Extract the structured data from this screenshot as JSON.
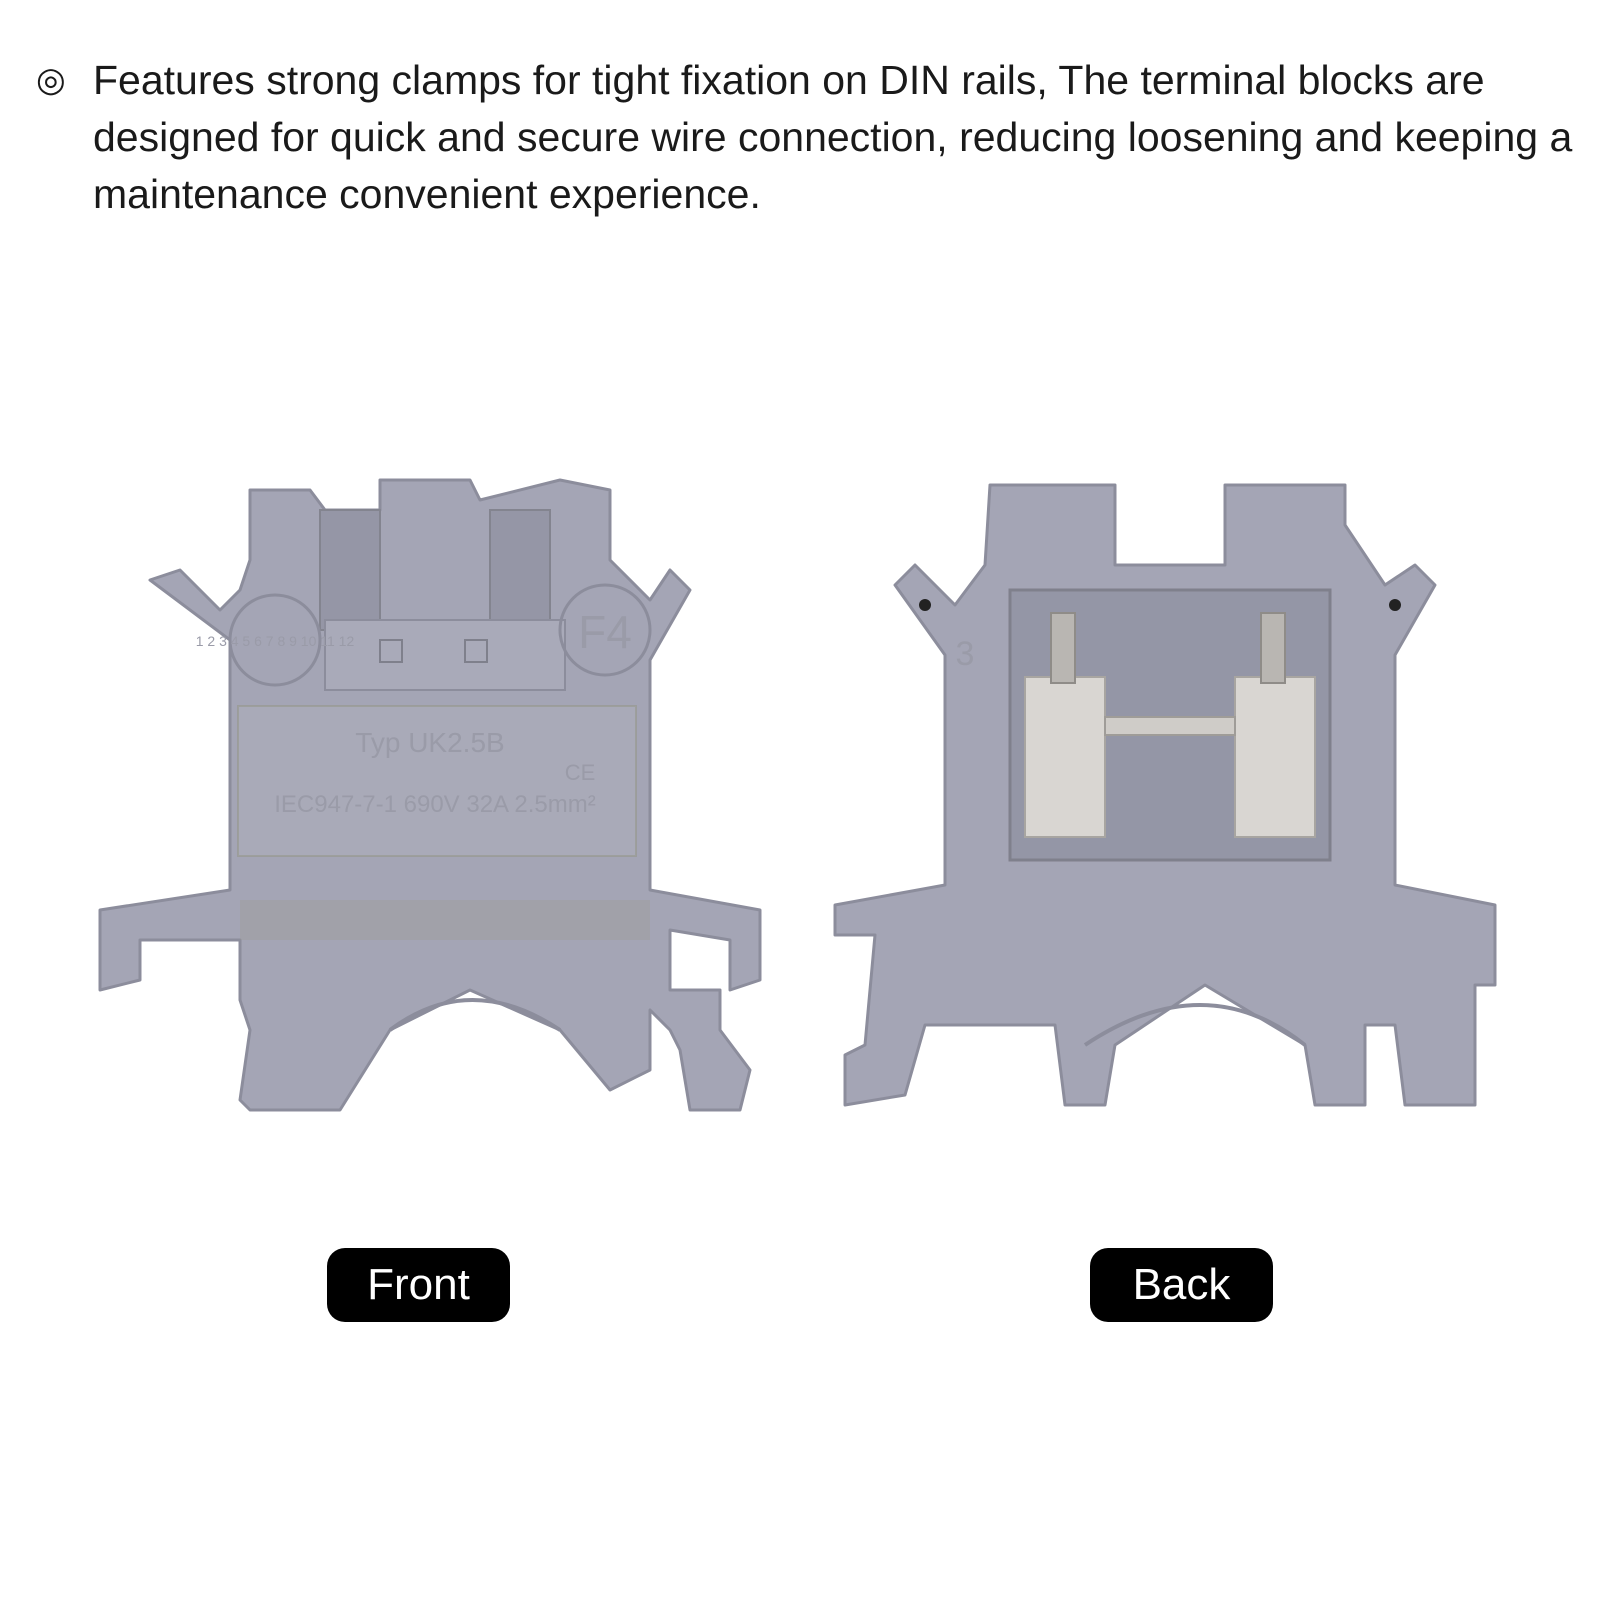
{
  "feature": {
    "bullet": "◎",
    "text": "Features strong clamps for tight fixation on DIN rails, The terminal blocks are designed for quick and secure wire connection, reducing loosening and keeping a maintenance convenient experience."
  },
  "front": {
    "caption": "Front",
    "marking_code": "F4",
    "type_label": "Typ  UK2.5B",
    "ce_mark": "CE",
    "spec_label": "IEC947-7-1  690V  32A  2.5mm²",
    "number_wheel": "1 2 3 4 5 6 7 8 9 10 11 12"
  },
  "back": {
    "caption": "Back",
    "side_number": "3"
  },
  "colors": {
    "housing": "#a4a5b5",
    "housing_shadow": "#8c8d9c",
    "metal": "#d9d6d2",
    "caption_bg": "#000000",
    "caption_text": "#ffffff"
  }
}
